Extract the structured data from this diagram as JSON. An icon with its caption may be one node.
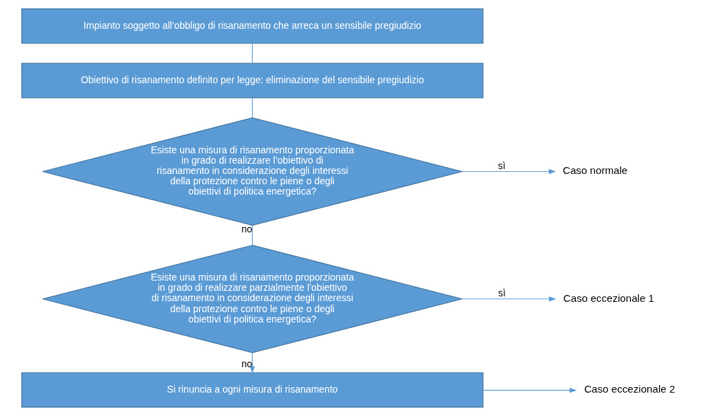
{
  "diagram": {
    "nodes": [
      {
        "text": [
          "Impianto soggetto all’obbligo di risanamento che arreca un sensibile pregiudizio"
        ]
      },
      {
        "text": [
          "Obiettivo di risanamento definito per legge: eliminazione del sensibile pregiudizio"
        ]
      },
      {
        "text": [
          "Esiste una misura di risanamento proporzionata in grado di realizzare l’obiettivo di risanamento in considerazione degli interessi della protezione contro le piene o degli obiettivi di politica energetica?"
        ]
      },
      {
        "text": [
          "Caso normale"
        ]
      },
      {
        "text": [
          "Esiste una misura di risanamento proporzionata in grado di realizzare parzialmente l’obiettivo di risanamento in considerazione degli interessi della protezione contro le piene o degli obiettivi di politica energetica?"
        ]
      },
      {
        "text": [
          "Caso eccezionale 1"
        ]
      },
      {
        "text": [
          "Si rinuncia a ogni misura di risanamento"
        ]
      },
      {
        "text": [
          "Caso eccezionale 2"
        ]
      }
    ],
    "edges": [
      {
        "from": 0,
        "to": 1,
        "arrow": "none"
      },
      {
        "from": 1,
        "to": 2,
        "arrow": "none"
      },
      {
        "from": 2,
        "to": 3,
        "arrow": "to",
        "label": "sì"
      },
      {
        "from": 2,
        "to": 4,
        "arrow": "none",
        "label": "no"
      },
      {
        "from": 4,
        "to": 5,
        "arrow": "to",
        "label": "sì"
      },
      {
        "from": 4,
        "to": 6,
        "arrow": "to",
        "label": "no"
      },
      {
        "from": 6,
        "to": 7,
        "arrow": "to"
      }
    ]
  }
}
